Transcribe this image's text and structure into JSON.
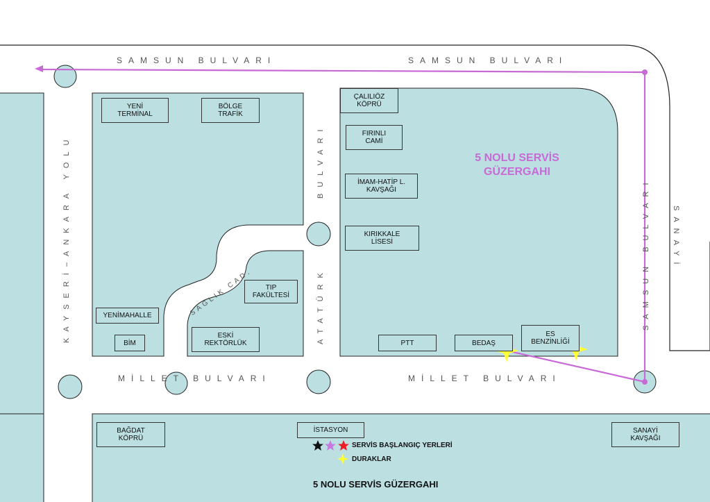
{
  "roads": {
    "samsun_top_left": "SAMSUN BULVARI",
    "samsun_top_right": "SAMSUN BULVARI",
    "samsun_right_vertical": "SAMSUN BULVARI",
    "millet_left": "MİLLET BULVARI",
    "millet_right": "MİLLET BULVARI",
    "ataturk_upper": "BULVARI",
    "ataturk_lower": "ATATÜRK",
    "kayseri": "KAYSERİ–ANKARA YOLU",
    "saglik": "SAĞLIK CAD.",
    "sanayi": "SANAYİ"
  },
  "places": {
    "yeni_terminal": "YENİ\nTERMİNAL",
    "bolge_trafik": "BÖLGE\nTRAFİK",
    "calilioz_kopru": "ÇALILIÖZ\nKÖPRÜ",
    "firinli_cami": "FIRINLI\nCAMİ",
    "imam_hatip": "İMAM-HATİP L.\nKAVŞAĞI",
    "kirikkale_lisesi": "KIRIKKALE\nLİSESİ",
    "tip_fakultesi": "TIP\nFAKÜLTESİ",
    "yenimahalle": "YENİMAHALLE",
    "bim": "BİM",
    "eski_rektorluk": "ESKİ\nREKTÖRLÜK",
    "ptt": "PTT",
    "bedas": "BEDAŞ",
    "es_benzinligi": "ES\nBENZİNLİĞİ",
    "bagdat_kopru": "BAĞDAT\nKÖPRÜ",
    "istasyon": "İSTASYON",
    "sanayi_kavsagi": "SANAYİ\nKAVŞAĞI"
  },
  "route_title": "5 NOLU SERVİS\nGÜZERGAHI",
  "legend": {
    "start_points": "SERVİS BAŞLANGIÇ YERLERİ",
    "stops": "DURAKLAR"
  },
  "bottom_title": "5 NOLU SERVİS GÜZERGAHI",
  "colors": {
    "block": "#bcdfe2",
    "route": "#c86ad6",
    "stop": "#ffff33",
    "star_black": "#111111",
    "star_purple": "#c77be0",
    "star_red": "#ee1c24"
  }
}
